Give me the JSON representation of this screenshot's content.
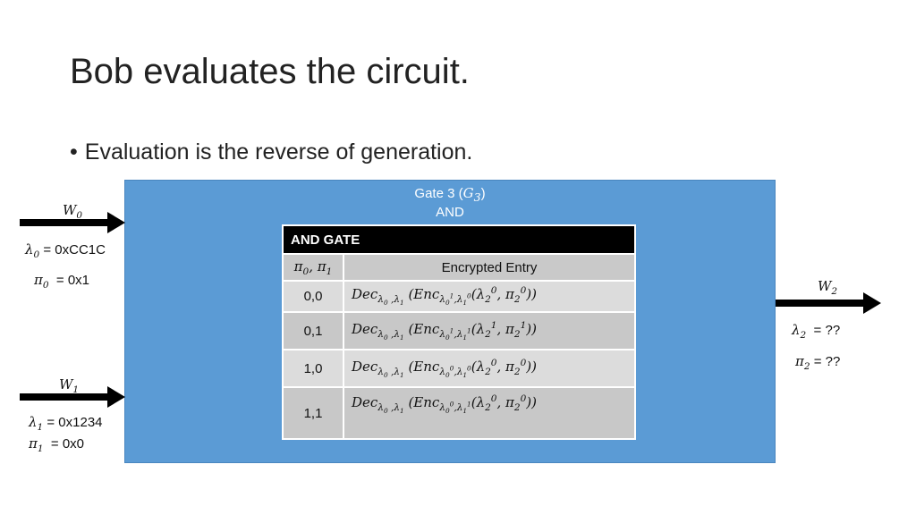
{
  "slide": {
    "title": "Bob evaluates the circuit.",
    "bullet": "Evaluation is the reverse of generation."
  },
  "gate": {
    "caption_prefix": "Gate 3 (",
    "caption_var": "G",
    "caption_sub": "3",
    "caption_suffix": ")",
    "type": "AND"
  },
  "table": {
    "header": "AND GATE",
    "col1_header": "π0, π1",
    "col2_header": "Encrypted Entry",
    "rows": [
      {
        "input": "0,0",
        "enc_keys": "λ0^1,λ1^0",
        "out": "λ2^0, π2^0"
      },
      {
        "input": "0,1",
        "enc_keys": "λ0^1,λ1^1",
        "out": "λ2^1, π2^1"
      },
      {
        "input": "1,0",
        "enc_keys": "λ0^0,λ1^0",
        "out": "λ2^0, π2^0"
      },
      {
        "input": "1,1",
        "enc_keys": "λ0^0,λ1^1",
        "out": "λ2^0, π2^0"
      }
    ]
  },
  "wires": {
    "w0": {
      "name": "W",
      "sub": "0",
      "lambda_value": "= 0xCC1C",
      "pi_value": "= 0x1"
    },
    "w1": {
      "name": "W",
      "sub": "1",
      "lambda_value": "= 0x1234",
      "pi_value": "= 0x0"
    },
    "w2": {
      "name": "W",
      "sub": "2",
      "lambda_value": "= ??",
      "pi_value": "= ??"
    }
  },
  "colors": {
    "gate_fill": "#5b9bd5",
    "table_header": "#000000"
  }
}
